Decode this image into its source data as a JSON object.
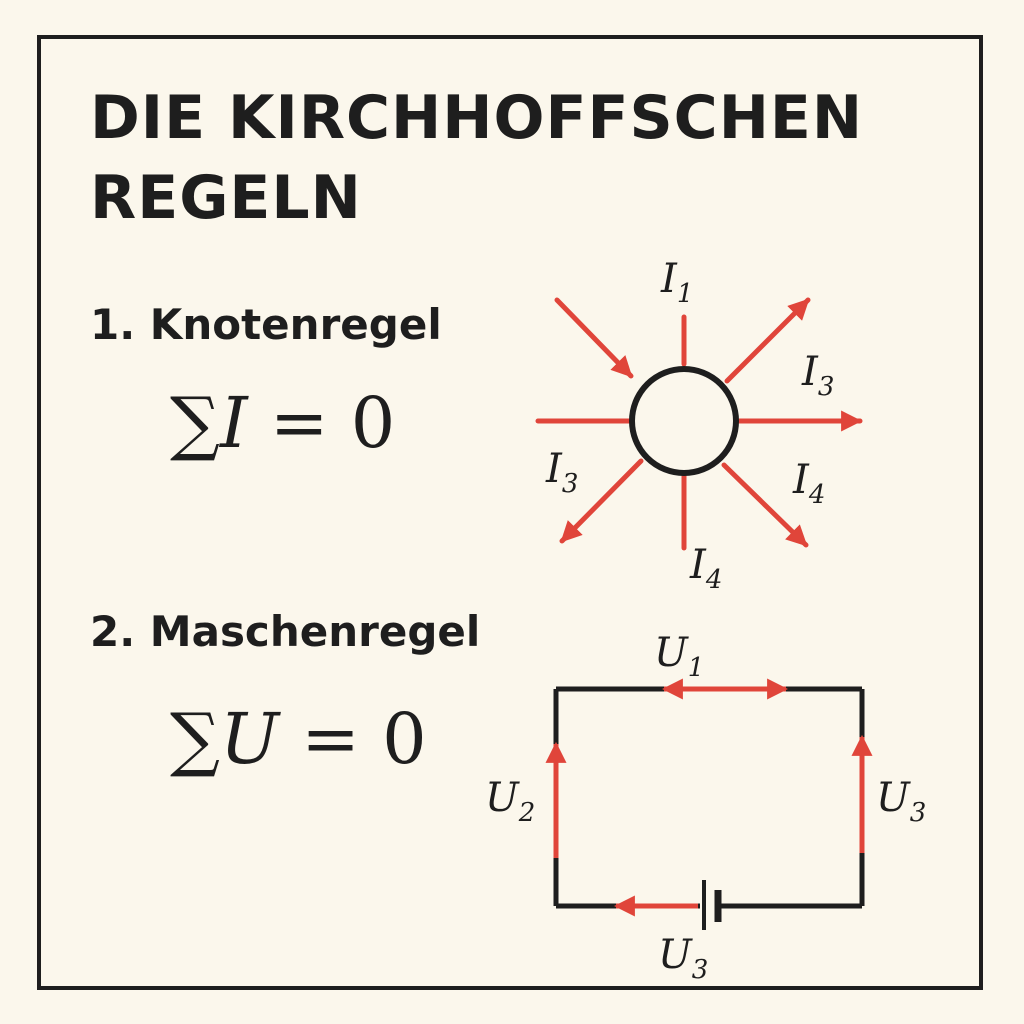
{
  "title": {
    "line1": "DIE KIRCHHOFFSCHEN",
    "line2": "REGELN"
  },
  "rule1": {
    "heading": "1. Knotenregel",
    "formula": {
      "sum": "∑",
      "symbol": "I",
      "rest": " = 0"
    },
    "labels": [
      {
        "name": "I",
        "sub": "1"
      },
      {
        "name": "I",
        "sub": "3"
      },
      {
        "name": "I",
        "sub": "3"
      },
      {
        "name": "I",
        "sub": "4"
      },
      {
        "name": "I",
        "sub": "4"
      }
    ]
  },
  "rule2": {
    "heading": "2. Maschenregel",
    "formula": {
      "sum": "∑",
      "symbol": "U",
      "rest": " = 0"
    },
    "labels": [
      {
        "name": "U",
        "sub": "1"
      },
      {
        "name": "U",
        "sub": "2"
      },
      {
        "name": "U",
        "sub": "3"
      },
      {
        "name": "U",
        "sub": "3"
      }
    ]
  },
  "colors": {
    "ink": "#1e1e1e",
    "arrow": "#e0453a",
    "background": "#fbf7ec"
  }
}
